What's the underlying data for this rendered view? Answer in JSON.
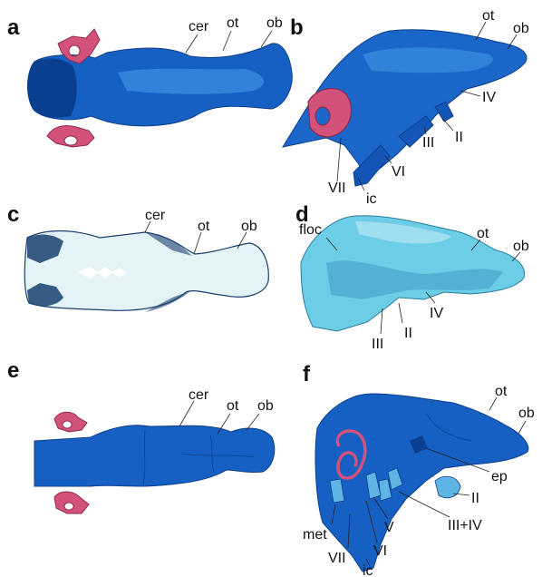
{
  "figure": {
    "colors": {
      "brain_dark": "#1456b8",
      "brain_mid": "#2f8fdc",
      "brain_light": "#7fd3ee",
      "inner_ear": "#d2527a",
      "background": "#ffffff"
    },
    "panels": [
      {
        "letter": "a",
        "labels": [
          "cer",
          "ot",
          "ob"
        ]
      },
      {
        "letter": "b",
        "labels": [
          "ot",
          "ob",
          "IV",
          "II",
          "III",
          "VI",
          "VII",
          "ic"
        ]
      },
      {
        "letter": "c",
        "labels": [
          "cer",
          "ot",
          "ob"
        ]
      },
      {
        "letter": "d",
        "labels": [
          "floc",
          "ot",
          "ob",
          "IV",
          "II",
          "III"
        ]
      },
      {
        "letter": "e",
        "labels": [
          "cer",
          "ot",
          "ob"
        ]
      },
      {
        "letter": "f",
        "labels": [
          "ot",
          "ob",
          "ep",
          "II",
          "III+IV",
          "V",
          "VI",
          "met",
          "VII",
          "ic"
        ]
      }
    ]
  }
}
